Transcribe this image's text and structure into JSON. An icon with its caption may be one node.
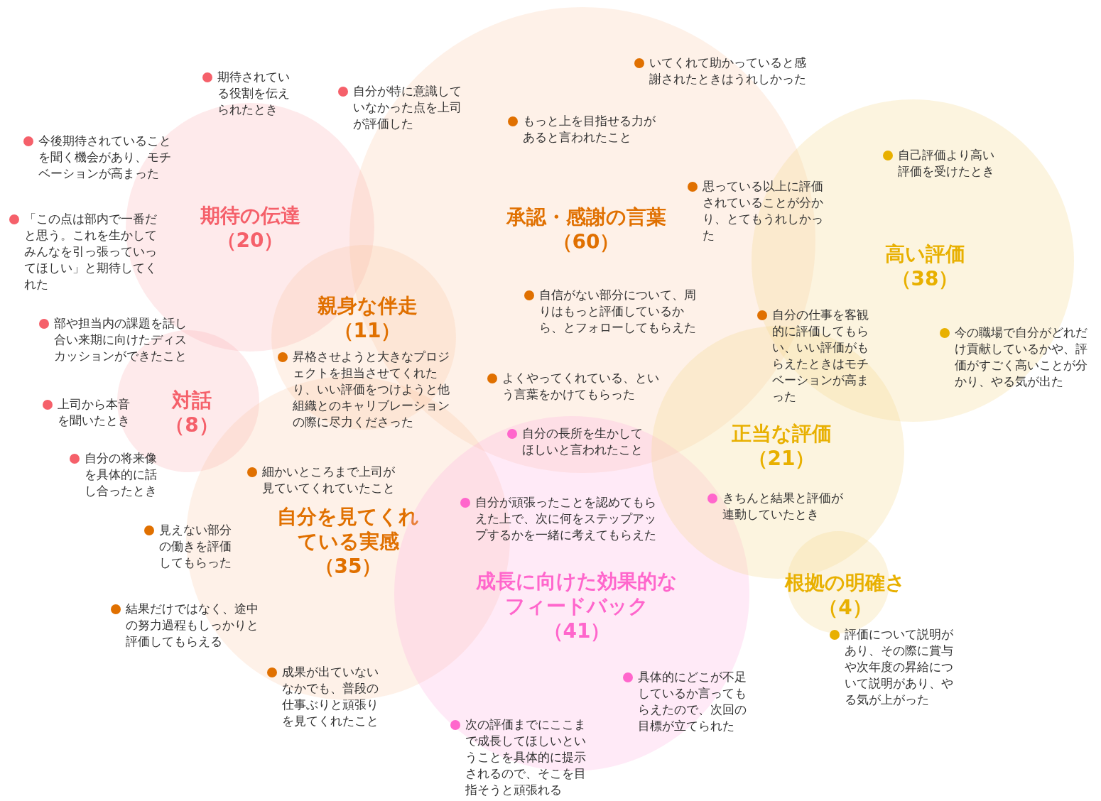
{
  "diagram": {
    "nodes": [
      {
        "text": [
          "期待の伝達",
          "（20）"
        ]
      },
      {
        "text": [
          "承認・感謝の言葉",
          "（60）"
        ]
      },
      {
        "text": [
          "高い評価",
          "（38）"
        ]
      },
      {
        "text": [
          "親身な伴走",
          "（11）"
        ]
      },
      {
        "text": [
          "対話",
          "（8）"
        ]
      },
      {
        "text": [
          "自分を見てくれている実感",
          "（35）"
        ]
      },
      {
        "text": [
          "成長に向けた効果的なフィードバック",
          "（41）"
        ]
      },
      {
        "text": [
          "正当な評価",
          "（21）"
        ]
      },
      {
        "text": [
          "根拠の明確さ",
          "（4）"
        ]
      }
    ],
    "labels": [
      "期待されている役割を伝えられたとき",
      "自分が特に意識していなかった点を上司が評価した",
      "いてくれて助かっていると感謝されたときはうれしかった",
      "もっと上を目指せる力があると言われたこと",
      "自己評価より高い評価を受けたとき",
      "今後期待されていることを聞く機会があり、モチベーションが高まった",
      "思っている以上に評価されていることが分かり、とてもうれしかった",
      "「この点は部内で一番だと思う。これを生かしてみんなを引っ張っていってほしい」と期待してくれた",
      "自信がない部分について、周りはもっと評価しているから、とフォローしてもらえた",
      "自分の仕事を客観的に評価してもらい、いい評価がもらえたときはモチベーションが高まった",
      "部や担当内の課題を話し合い来期に向けたディスカッションができたこと",
      "今の職場で自分がどれだけ貢献しているかや、評価がすごく高いことが分かり、やる気が出た",
      "昇格させようと大きなプロジェクトを担当させてくれたり、いい評価をつけようと他組織とのキャリブレーションの際に尽力くださった",
      "よくやってくれている、という言葉をかけてもらった",
      "上司から本音を聞いたとき",
      "自分の長所を生かしてほしいと言われたこと",
      "自分の将来像を具体的に話し合ったとき",
      "細かいところまで上司が見ていてくれていたこと",
      "きちんと結果と評価が連動していたとき",
      "自分が頑張ったことを認めてもらえた上で、次に何をステップアップするかを一緒に考えてもらえた",
      "見えない部分の働きを評価してもらった",
      "結果だけではなく、途中の努力過程もしっかりと評価してもらえる",
      "評価について説明があり、その際に賞与や次年度の昇給について説明があり、やる気が上がった",
      "成果が出ていないなかでも、普段の仕事ぶりと頑張りを見てくれたこと",
      "具体的にどこが不足しているか言ってもらえたので、次回の目標が立てられた",
      "次の評価までにここまで成長してほしいということを具体的に提示されるので、そこを目指そうと頑張れる"
    ]
  }
}
